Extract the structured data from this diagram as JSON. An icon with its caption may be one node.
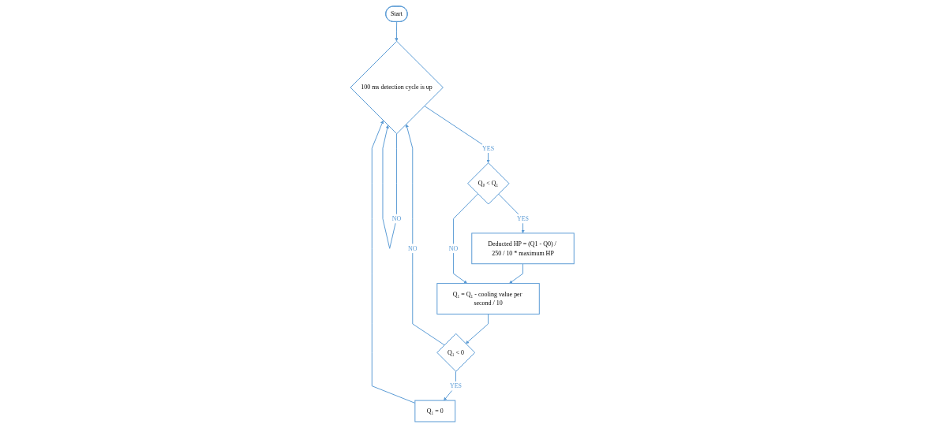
{
  "diagram": {
    "nodes": [
      {
        "text": [
          "Start"
        ]
      },
      {
        "text": [
          "100 ms detection cycle is up"
        ]
      },
      {
        "text": [
          "Q₀ < Q₁"
        ]
      },
      {
        "text": [
          "Deducted HP = (Q1 - Q0) / 250 / 10 * maximum HP"
        ]
      },
      {
        "text": [
          "Q₁ = Q₁ - cooling value per second / 10"
        ]
      },
      {
        "text": [
          "Q₁ < 0"
        ]
      },
      {
        "text": [
          "Q₁ = 0"
        ]
      }
    ],
    "edges": [
      {
        "from": 0,
        "to": 1,
        "arrow": "to"
      },
      {
        "from": 1,
        "to": 1,
        "arrow": "to",
        "label": "NO"
      },
      {
        "from": 1,
        "to": 2,
        "arrow": "to",
        "label": "YES"
      },
      {
        "from": 2,
        "to": 3,
        "arrow": "to",
        "label": "YES"
      },
      {
        "from": 3,
        "to": 4,
        "arrow": "to"
      },
      {
        "from": 2,
        "to": 4,
        "arrow": "to",
        "label": "NO"
      },
      {
        "from": 4,
        "to": 5,
        "arrow": "to"
      },
      {
        "from": 5,
        "to": 6,
        "arrow": "to",
        "label": "YES"
      },
      {
        "from": 6,
        "to": 1,
        "arrow": "to"
      },
      {
        "from": 5,
        "to": 1,
        "arrow": "to",
        "label": "NO"
      }
    ]
  }
}
